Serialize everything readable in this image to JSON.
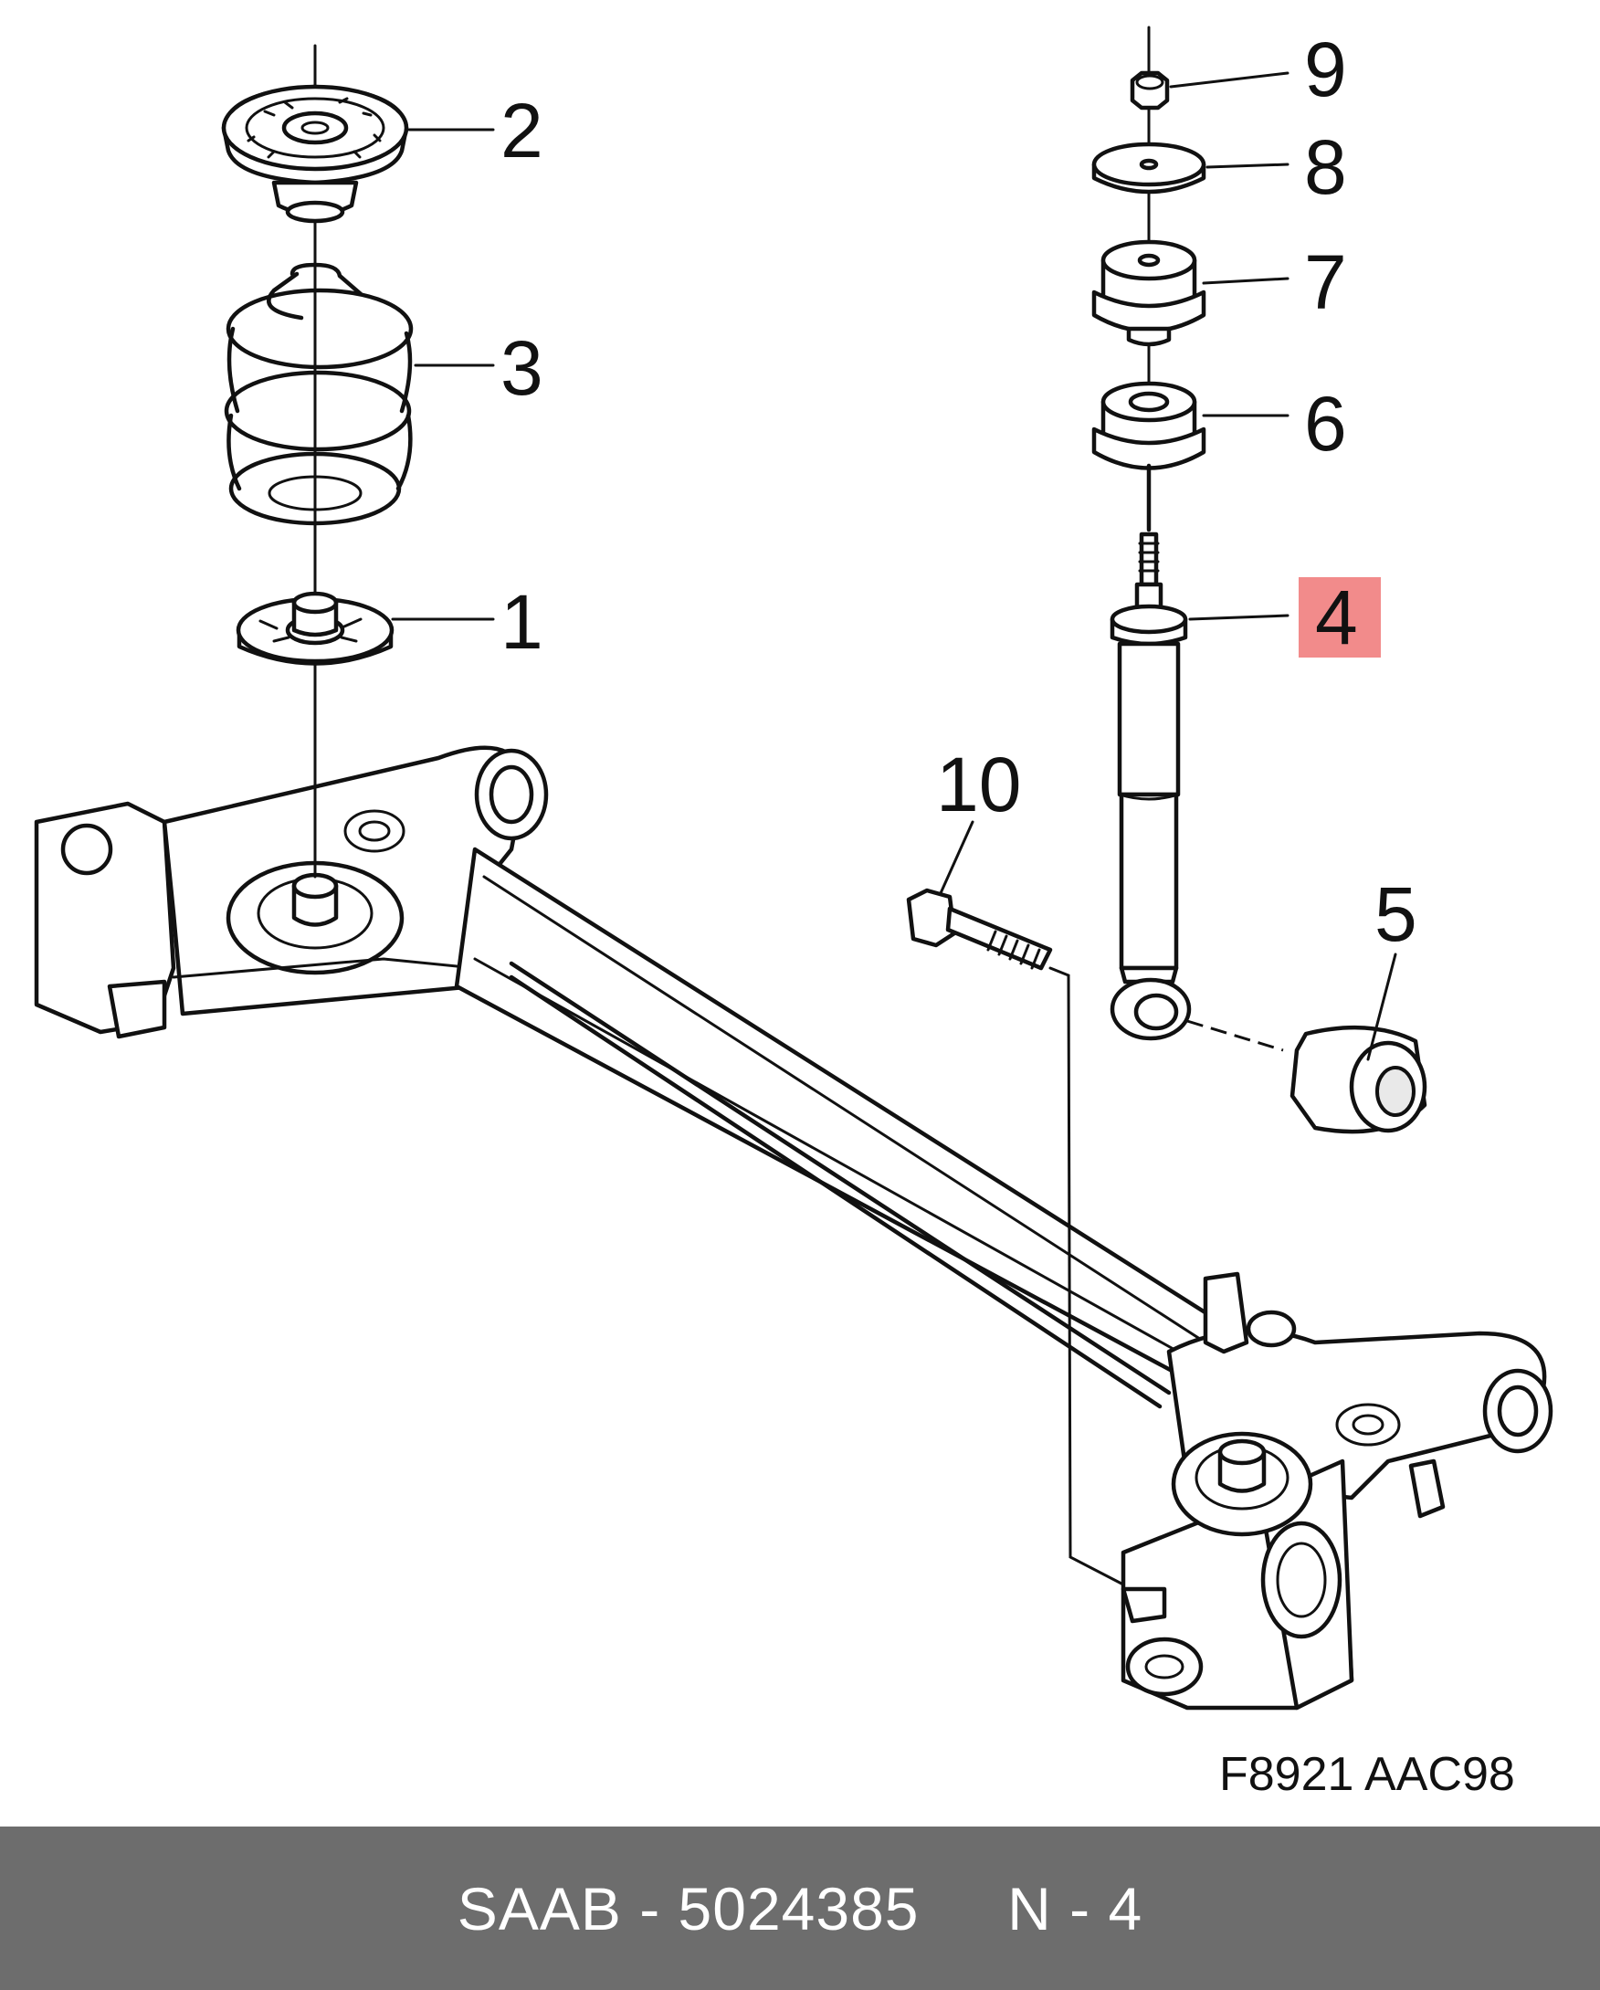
{
  "diagram": {
    "callouts": [
      {
        "id": "1",
        "label": "1"
      },
      {
        "id": "2",
        "label": "2"
      },
      {
        "id": "3",
        "label": "3"
      },
      {
        "id": "4",
        "label": "4",
        "highlighted": true
      },
      {
        "id": "5",
        "label": "5"
      },
      {
        "id": "6",
        "label": "6"
      },
      {
        "id": "7",
        "label": "7"
      },
      {
        "id": "8",
        "label": "8"
      },
      {
        "id": "9",
        "label": "9"
      },
      {
        "id": "10",
        "label": "10"
      }
    ],
    "figure_code": "F8921 AAC98",
    "highlight_color": "#f28b8b"
  },
  "footer": {
    "text": "SAAB - 5024385     N - 4",
    "background": "#6d6d6d"
  }
}
